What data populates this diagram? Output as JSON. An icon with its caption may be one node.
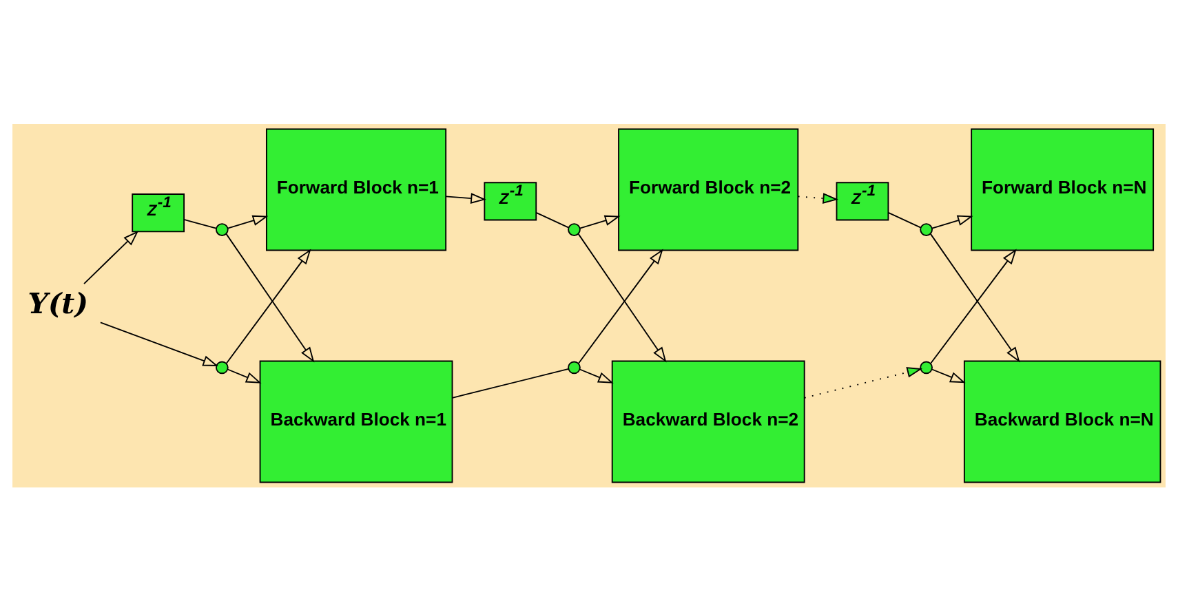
{
  "diagram": {
    "nodes": [
      {
        "text": [
          "Y(t)"
        ]
      },
      {
        "text": [
          "Z$^{-1}$"
        ]
      },
      {
        "text": [],
        "shape": "circle"
      },
      {
        "text": [
          "Forward Block n=1"
        ]
      },
      {
        "text": [],
        "shape": "circle"
      },
      {
        "text": [
          "Backward Block n=1"
        ]
      },
      {
        "text": [
          "Z$^{-1}$"
        ]
      },
      {
        "text": [],
        "shape": "circle"
      },
      {
        "text": [
          "Forward Block n=2"
        ]
      },
      {
        "text": [],
        "shape": "circle"
      },
      {
        "text": [
          "Backward Block n=2"
        ]
      },
      {
        "text": [
          "Z$^{-1}$"
        ]
      },
      {
        "text": [],
        "shape": "circle"
      },
      {
        "text": [
          "Forward Block n=N"
        ]
      },
      {
        "text": [],
        "shape": "circle"
      },
      {
        "text": [
          "Backward Block n=N"
        ]
      }
    ],
    "edges": [
      {
        "from": 0,
        "to": 1,
        "arrow": "to"
      },
      {
        "from": 1,
        "to": 2,
        "arrow": "none"
      },
      {
        "from": 2,
        "to": 3,
        "arrow": "to"
      },
      {
        "from": 2,
        "to": 5,
        "arrow": "to"
      },
      {
        "from": 0,
        "to": 4,
        "arrow": "to"
      },
      {
        "from": 4,
        "to": 5,
        "arrow": "to"
      },
      {
        "from": 4,
        "to": 3,
        "arrow": "to"
      },
      {
        "from": 3,
        "to": 6,
        "arrow": "to"
      },
      {
        "from": 6,
        "to": 7,
        "arrow": "none"
      },
      {
        "from": 7,
        "to": 8,
        "arrow": "to"
      },
      {
        "from": 7,
        "to": 10,
        "arrow": "to"
      },
      {
        "from": 5,
        "to": 9,
        "arrow": "none"
      },
      {
        "from": 9,
        "to": 10,
        "arrow": "to"
      },
      {
        "from": 9,
        "to": 8,
        "arrow": "to"
      },
      {
        "from": 8,
        "to": 11,
        "arrow": "to",
        "style": "dashed"
      },
      {
        "from": 10,
        "to": 14,
        "arrow": "to",
        "style": "dashed"
      },
      {
        "from": 11,
        "to": 12,
        "arrow": "none"
      },
      {
        "from": 12,
        "to": 13,
        "arrow": "to"
      },
      {
        "from": 12,
        "to": 15,
        "arrow": "to"
      },
      {
        "from": 14,
        "to": 15,
        "arrow": "to"
      },
      {
        "from": 14,
        "to": 13,
        "arrow": "to"
      }
    ]
  }
}
